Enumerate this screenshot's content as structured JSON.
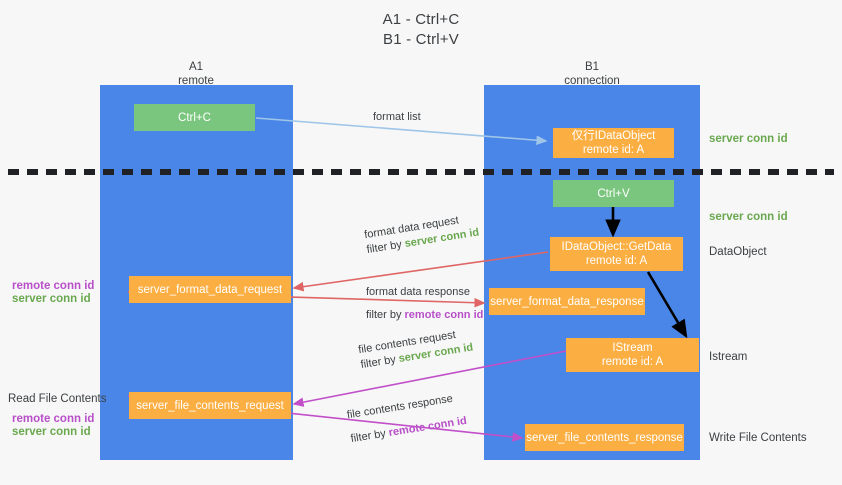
{
  "title": {
    "line1": "A1 - Ctrl+C",
    "line2": "B1 - Ctrl+V"
  },
  "lanes": [
    {
      "id": "a1",
      "name": "A1",
      "role": "remote"
    },
    {
      "id": "b1",
      "name": "B1",
      "role": "connection"
    }
  ],
  "nodes": {
    "ctrl_c": "Ctrl+C",
    "ctrl_v": "Ctrl+V",
    "idataobject_title": "仅行IDataObject",
    "idataobject_sub": "remote id: A",
    "getdata_title": "IDataObject::GetData",
    "getdata_sub": "remote id: A",
    "istream_title": "IStream",
    "istream_sub": "remote id: A",
    "server_format_data_request": "server_format_data_request",
    "server_format_data_response": "server_format_data_response",
    "server_file_contents_request": "server_file_contents_request",
    "server_file_contents_response": "server_file_contents_response"
  },
  "edges": {
    "format_list": "format list",
    "format_data_request": "format data request",
    "format_data_request_filter_prefix": "filter by ",
    "format_data_request_filter_value": "server conn id",
    "format_data_response": "format data response",
    "format_data_response_filter_prefix": "filter by ",
    "format_data_response_filter_value": "remote conn id",
    "file_contents_request": "file contents request",
    "file_contents_request_filter_prefix": "filter by ",
    "file_contents_request_filter_value": "server conn id",
    "file_contents_response": "file contents response",
    "file_contents_response_filter_prefix": "filter by ",
    "file_contents_response_filter_value": "remote conn id"
  },
  "side_labels": {
    "right_server_conn_id_top": "server conn id",
    "right_server_conn_id_mid": "server conn id",
    "right_dataobject": "DataObject",
    "right_istream": "Istream",
    "right_write_file_contents": "Write File Contents",
    "left_remote_conn_id_mid": "remote conn id",
    "left_server_conn_id_mid": "server conn id",
    "left_read_file_contents": "Read File Contents",
    "left_remote_conn_id_bot": "remote conn id",
    "left_server_conn_id_bot": "server conn id"
  },
  "colors": {
    "lane": "#4a86e8",
    "green_box": "#7bc67e",
    "orange_box": "#fbae42",
    "green_text": "#6aa84f",
    "purple_text": "#b84fc9",
    "arrow_light_blue": "#9fc5e8",
    "arrow_red": "#e06666",
    "arrow_magenta": "#c14fc9",
    "arrow_black": "#000000",
    "background": "#f7f7f7"
  }
}
